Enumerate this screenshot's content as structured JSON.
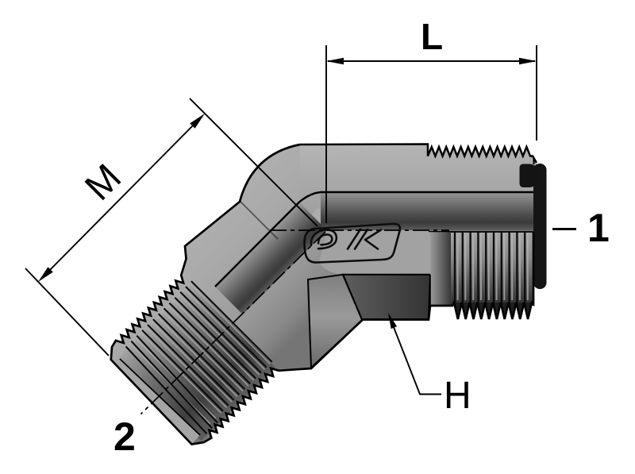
{
  "drawing": {
    "type": "technical-dimension-drawing",
    "subject": "45-degree elbow hydraulic fitting, half-section view",
    "labels": {
      "dim_top": "L",
      "dim_angled": "M",
      "hex_callout": "H",
      "port_right": "1",
      "port_bottom": "2"
    },
    "logo": "DK",
    "colors": {
      "background": "#ffffff",
      "outline": "#000000",
      "body_light": "#ababab",
      "body_shadow": "#3f3f3f",
      "hex_face": "#4a4a4a",
      "seal_black": "#161616"
    }
  }
}
